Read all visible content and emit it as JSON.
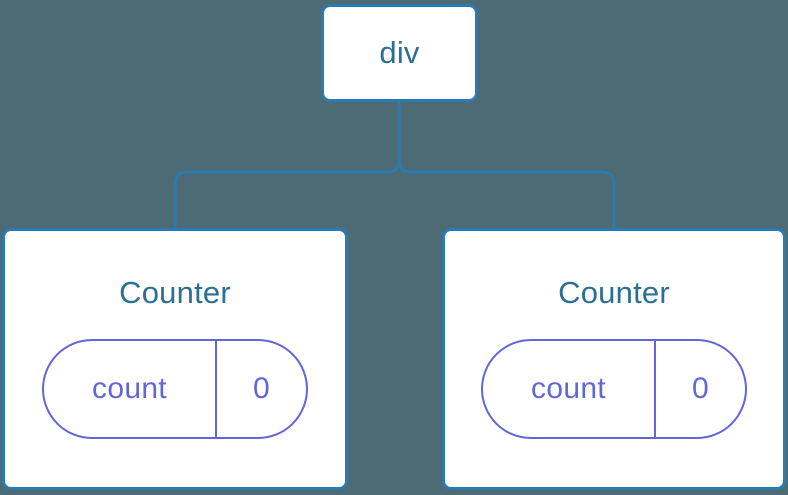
{
  "diagram": {
    "type": "component-tree",
    "background_color": "#4c6b74",
    "node_border_color": "#2b7ab0",
    "node_text_color": "#2b7094",
    "state_color": "#6267d8",
    "connector_color": "#2b7ab0",
    "root": {
      "label": "div"
    },
    "children": [
      {
        "label": "Counter",
        "state": {
          "key": "count",
          "value": "0"
        }
      },
      {
        "label": "Counter",
        "state": {
          "key": "count",
          "value": "0"
        }
      }
    ]
  }
}
